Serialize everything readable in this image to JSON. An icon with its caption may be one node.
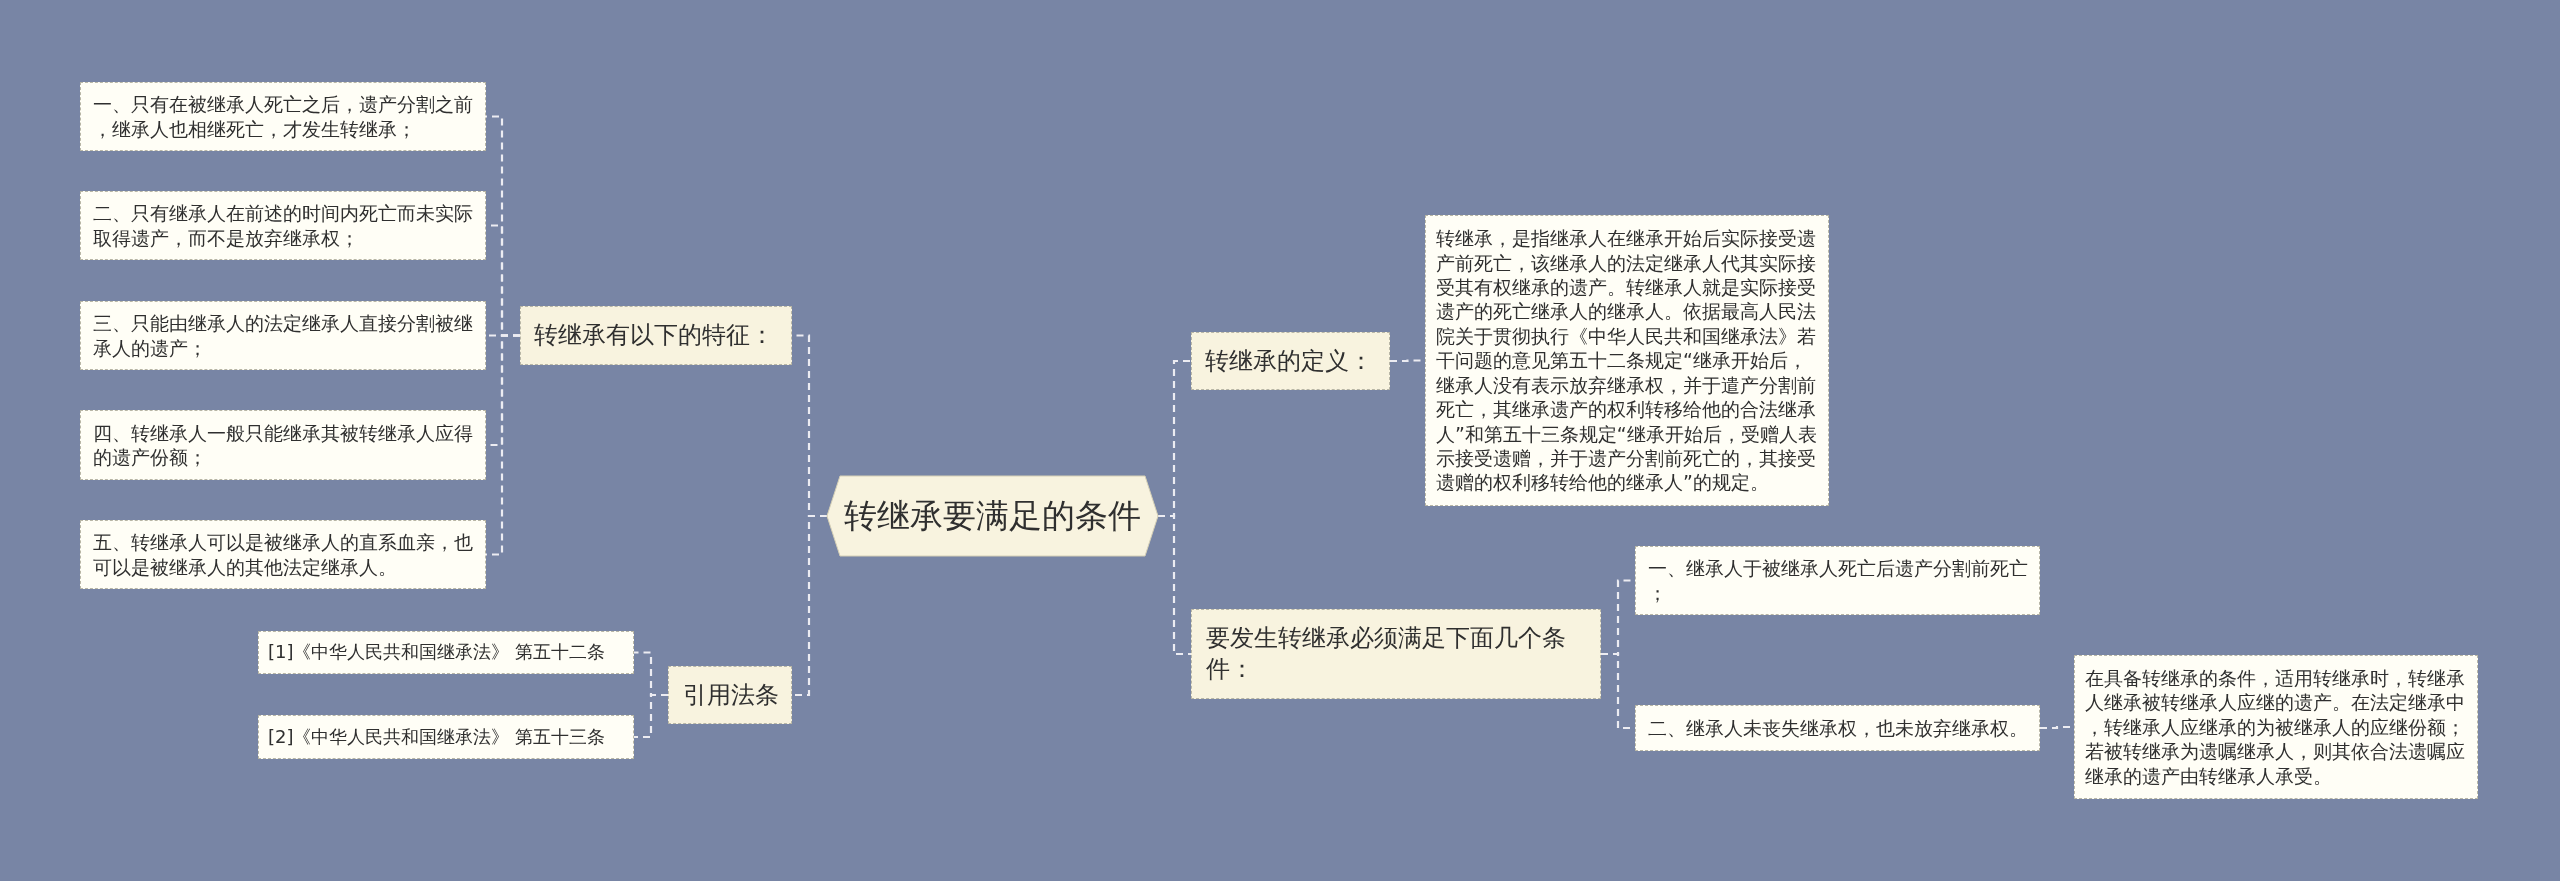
{
  "diagram": {
    "nodes": [
      {
        "text": [
          "转继承要满足的条件"
        ]
      },
      {
        "text": [
          "转继承有以下的特征："
        ]
      },
      {
        "text": [
          "一、只有在被继承人死亡之后，遗产分割之前，继承人也相继死亡，才发生转继承；"
        ]
      },
      {
        "text": [
          "二、只有继承人在前述的时间内死亡而未实际取得遗产，而不是放弃继承权；"
        ]
      },
      {
        "text": [
          "三、只能由继承人的法定继承人直接分割被继承人的遗产；"
        ]
      },
      {
        "text": [
          "四、转继承人一般只能继承其被转继承人应得的遗产份额；"
        ]
      },
      {
        "text": [
          "五、转继承人可以是被继承人的直系血亲，也可以是被继承人的其他法定继承人。"
        ]
      },
      {
        "text": [
          "引用法条"
        ]
      },
      {
        "text": [
          "[1]《中华人民共和国继承法》 第五十二条"
        ]
      },
      {
        "text": [
          "[2]《中华人民共和国继承法》 第五十三条"
        ]
      },
      {
        "text": [
          "转继承的定义："
        ]
      },
      {
        "text": [
          "转继承，是指继承人在继承开始后实际接受遗产前死亡，该继承人的法定继承人代其实际接受其有权继承的遗产。转继承人就是实际接受遗产的死亡继承人的继承人。依据最高人民法院关于贯彻执行《中华人民共和国继承法》若干问题的意见第五十二条规定“继承开始后，继承人没有表示放弃继承权，并于遣产分割前死亡，其继承遗产的权利转移给他的合法继承人”和第五十三条规定“继承开始后，受赠人表示接受遗赠，并于遗产分割前死亡的，其接受遗赠的权利移转给他的继承人”的规定。"
        ]
      },
      {
        "text": [
          "要发生转继承必须满足下面几个条件："
        ]
      },
      {
        "text": [
          "一、继承人于被继承人死亡后遗产分割前死亡；"
        ]
      },
      {
        "text": [
          "二、继承人未丧失继承权，也未放弃继承权。"
        ]
      },
      {
        "text": [
          "在具备转继承的条件，适用转继承时，转继承人继承被转继承人应继的遗产。在法定继承中，转继承人应继承的为被继承人的应继份额；若被转继承为遗嘱继承人，则其依合法遗嘱应继承的遗产由转继承人承受。"
        ]
      }
    ],
    "edges": [
      {
        "from": 0,
        "to": 1,
        "arrow": "none",
        "style": "dashed"
      },
      {
        "from": 1,
        "to": 2,
        "arrow": "none",
        "style": "dashed"
      },
      {
        "from": 1,
        "to": 3,
        "arrow": "none",
        "style": "dashed"
      },
      {
        "from": 1,
        "to": 4,
        "arrow": "none",
        "style": "dashed"
      },
      {
        "from": 1,
        "to": 5,
        "arrow": "none",
        "style": "dashed"
      },
      {
        "from": 1,
        "to": 6,
        "arrow": "none",
        "style": "dashed"
      },
      {
        "from": 0,
        "to": 7,
        "arrow": "none",
        "style": "dashed"
      },
      {
        "from": 7,
        "to": 8,
        "arrow": "none",
        "style": "dashed"
      },
      {
        "from": 7,
        "to": 9,
        "arrow": "none",
        "style": "dashed"
      },
      {
        "from": 0,
        "to": 10,
        "arrow": "none",
        "style": "dashed"
      },
      {
        "from": 10,
        "to": 11,
        "arrow": "none",
        "style": "dashed"
      },
      {
        "from": 0,
        "to": 12,
        "arrow": "none",
        "style": "dashed"
      },
      {
        "from": 12,
        "to": 13,
        "arrow": "none",
        "style": "dashed"
      },
      {
        "from": 12,
        "to": 14,
        "arrow": "none",
        "style": "dashed"
      },
      {
        "from": 14,
        "to": 15,
        "arrow": "none",
        "style": "dashed"
      }
    ]
  }
}
